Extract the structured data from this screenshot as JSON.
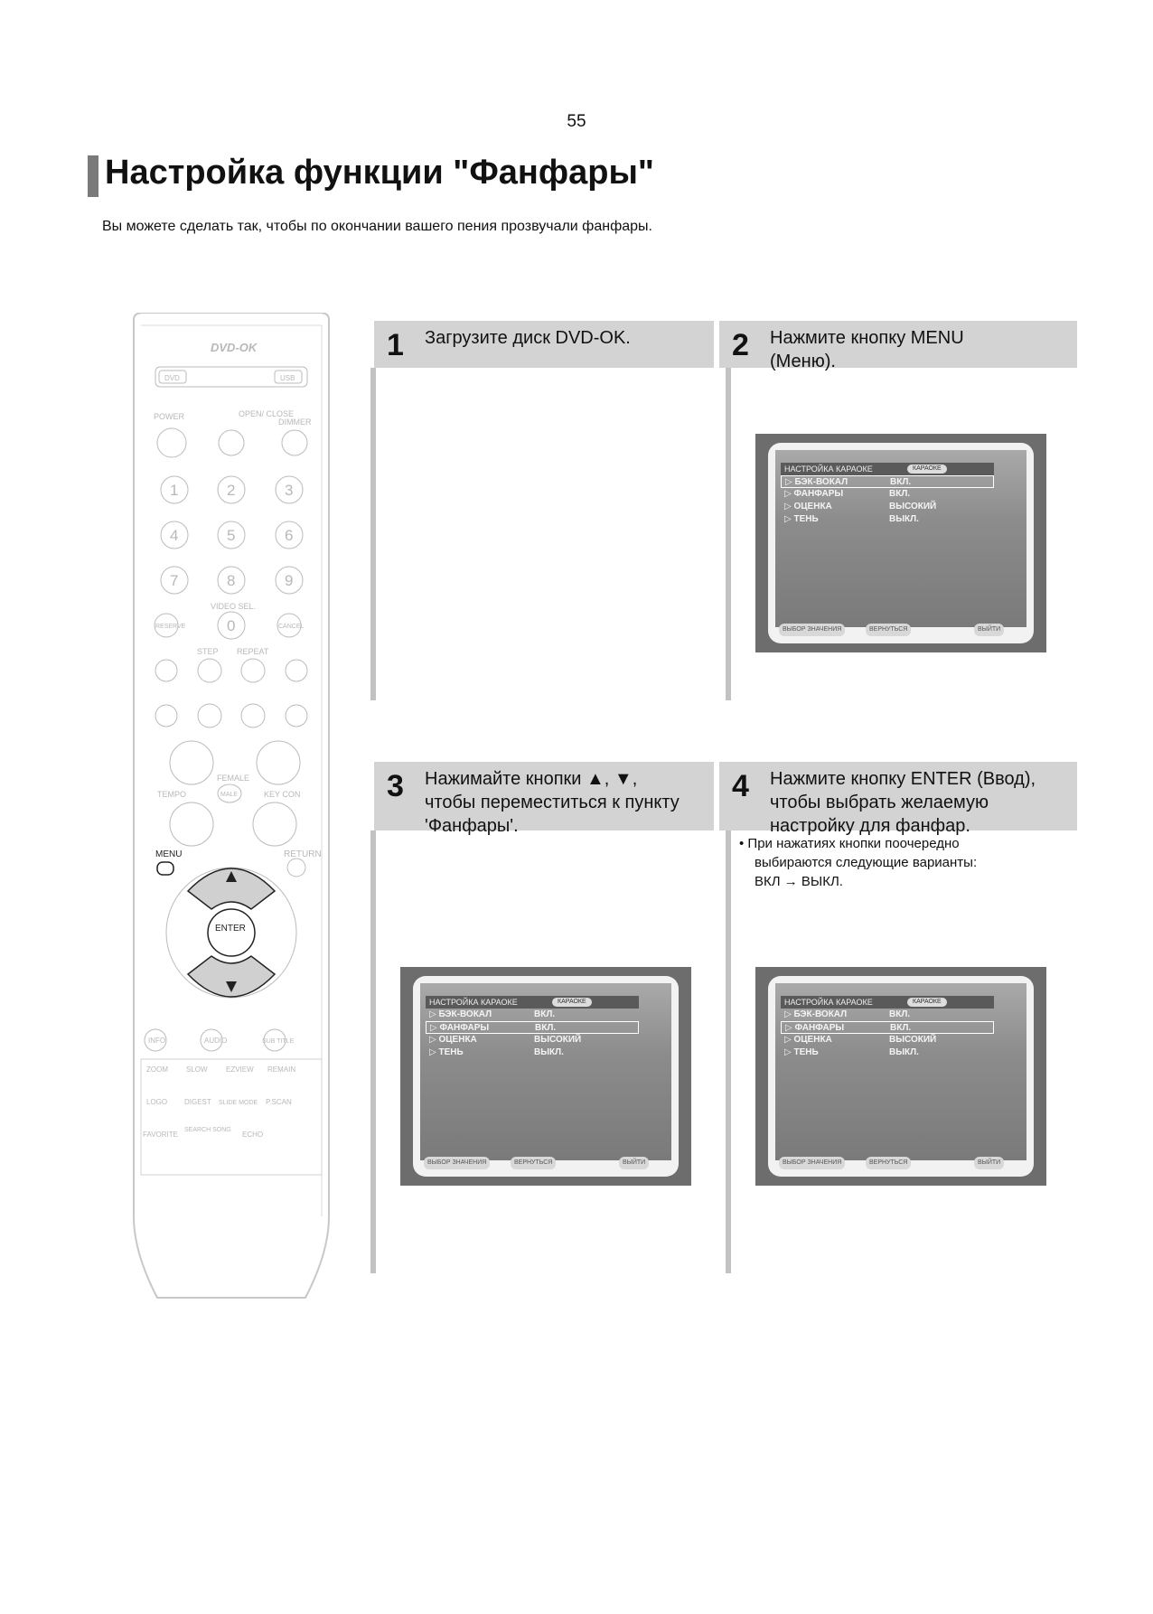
{
  "page": {
    "number": "55",
    "title": "Настройка функции \"Фанфары\"",
    "intro": "Вы можете сделать так, чтобы по окончании вашего пения прозвучали фанфары."
  },
  "remote": {
    "logo": "DVD-OK",
    "buttons": {
      "dvd": "DVD",
      "usb": "USB",
      "power": "POWER",
      "open_close": "OPEN/ CLOSE",
      "dimmer": "DIMMER",
      "digits": [
        "1",
        "2",
        "3",
        "4",
        "5",
        "6",
        "7",
        "8",
        "9",
        "0"
      ],
      "video_sel": "VIDEO SEL.",
      "reserve": "RESERVE",
      "cancel": "CANCEL",
      "step": "STEP",
      "repeat": "REPEAT",
      "female": "FEMALE",
      "male": "MALE",
      "tempo": "TEMPO",
      "key_con": "KEY CON",
      "menu": "MENU",
      "return": "RETURN",
      "enter": "ENTER",
      "info": "INFO",
      "audio": "AUDIO",
      "subtitle": "SUB TITLE",
      "zoom": "ZOOM",
      "slow": "SLOW",
      "ezview": "EZVIEW",
      "remain": "REMAIN",
      "logo_btn": "LOGO",
      "digest": "DIGEST",
      "slide_mode": "SLIDE MODE",
      "p_scan": "P.SCAN",
      "favorite": "FAVORITE",
      "search_song": "SEARCH SONG",
      "echo": "ECHO"
    }
  },
  "steps": [
    {
      "num": "1",
      "lines": [
        "Загрузите диск DVD-OK."
      ]
    },
    {
      "num": "2",
      "lines": [
        "Нажмите кнопку MENU",
        "(Меню)."
      ]
    },
    {
      "num": "3",
      "lines": [
        "Нажимайте кнопки ▲, ▼,",
        "чтобы переместиться к пункту",
        "'Фанфары'."
      ]
    },
    {
      "num": "4",
      "lines": [
        "Нажмите кнопку ENTER (Ввод),",
        "чтобы выбрать желаемую",
        "настройку для фанфар."
      ],
      "bullet": [
        "•  При нажатиях кнопки поочередно",
        "выбираются следующие варианты:",
        "ВКЛ → ВЫКЛ."
      ]
    }
  ],
  "osd": {
    "header": "НАСТРОЙКА КАРАОКЕ",
    "tag": "КАРАОКЕ",
    "rows": [
      {
        "key": "▷ БЭК-ВОКАЛ",
        "value": "ВКЛ."
      },
      {
        "key": "▷ ФАНФАРЫ",
        "value": "ВКЛ."
      },
      {
        "key": "▷ ОЦЕНКА",
        "value": "ВЫСОКИЙ"
      },
      {
        "key": "▷ ТЕНЬ",
        "value": "ВЫКЛ."
      }
    ],
    "footer": [
      "ВЫБОР ЗНАЧЕНИЯ",
      "ВЕРНУТЬСЯ",
      "ВЫЙТИ"
    ]
  }
}
